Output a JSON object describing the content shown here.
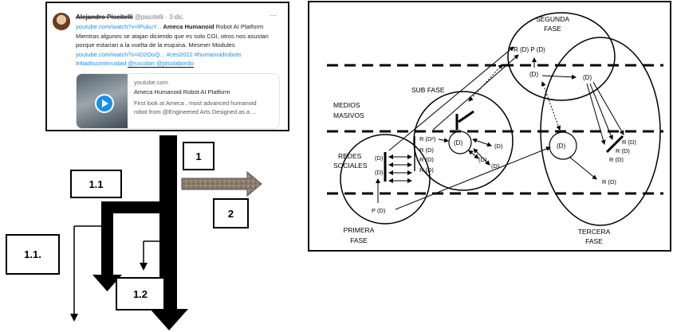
{
  "tweet": {
    "author": "Alejandro Piscitelli",
    "handle": "@piscitelli",
    "date": "· 3 dic.",
    "more": "···",
    "line1_link": "youtube.com/watch?v=lPukuY...",
    "line1_bold": "Ameca Humanoid",
    "line1_rest": " Robot AI Platform",
    "line2": "Mientras algunos se atajan diciendo que es solo CGI, otros nos asustan",
    "line3": "porque estarían a la vuelta de la esquina. Mesmer Modules",
    "line4_link": "youtube.com/watch?v=iD2OoQ...",
    "line4_tags": " #ces2022  #humanoidrobots",
    "line5_tag": "#4tadiscontinuidad ",
    "line5_mention": "@sscolari @jdsolabordo",
    "preview": {
      "domain": "youtube.com",
      "title": "Ameca Humanoid Robot AI Platform",
      "desc_line1": "First look at Ameca , most advanced humanoid",
      "desc_line2": "robot from @Engineered Arts Designed as a ..."
    }
  },
  "flow": {
    "box_1": "1",
    "box_1_1": "1.1",
    "box_2": "2",
    "box_1_1_dot": "1.1.",
    "box_1_2": "1.2"
  },
  "phases": {
    "segunda_fase": [
      "SEGUNDA",
      "FASE"
    ],
    "sub_fase": "SUB FASE",
    "medios_masivos": [
      "MEDIOS",
      "MASIVOS"
    ],
    "redes_sociales": [
      "REDES",
      "SOCIALES"
    ],
    "primera_fase": [
      "PRIMERA",
      "FASE"
    ],
    "tercera_fase": [
      "TERCERA",
      "FASE"
    ],
    "labels": {
      "rd_p_d": "R (D)  P (D)",
      "d": "(D)",
      "d_squared": "R (D²)",
      "r_d": "R (D)",
      "p_d": "P (D)"
    }
  },
  "colors": {
    "link": "#1d8fe6",
    "arrow_fill": "#8a7c6d"
  }
}
